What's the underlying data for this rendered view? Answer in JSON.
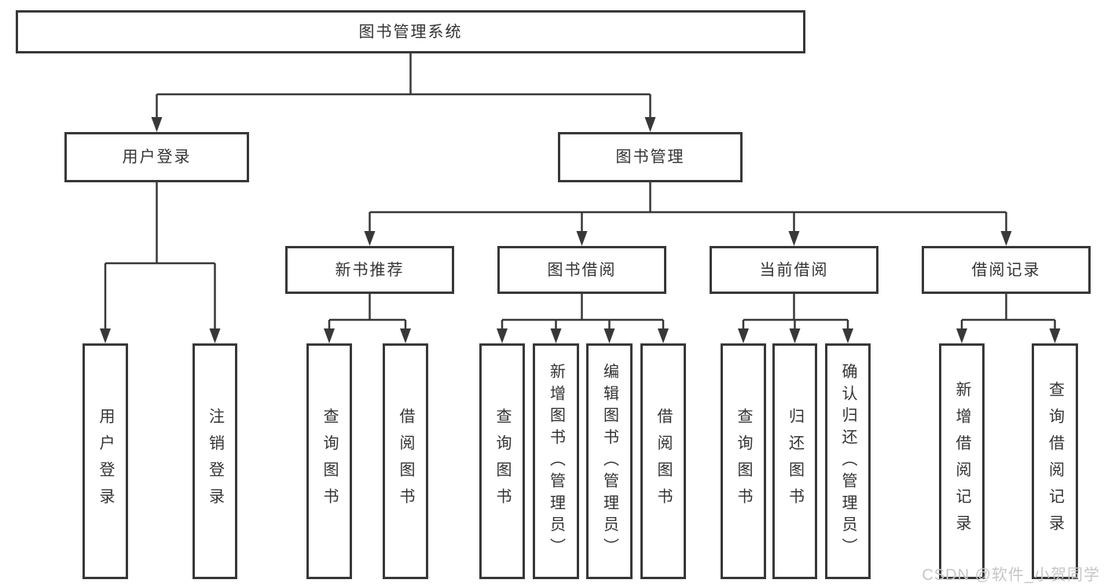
{
  "diagram": {
    "title": "图书管理系统",
    "colors": {
      "line": "#383838",
      "text": "#333333",
      "background": "#ffffff",
      "watermark": "#c6c6c6"
    },
    "nodes": [
      {
        "id": "root",
        "label": "图书管理系统"
      },
      {
        "id": "user-login",
        "label": "用户登录"
      },
      {
        "id": "book-mgmt",
        "label": "图书管理"
      },
      {
        "id": "new-book-rec",
        "label": "新书推荐"
      },
      {
        "id": "book-borrow",
        "label": "图书借阅"
      },
      {
        "id": "current-borrow",
        "label": "当前借阅"
      },
      {
        "id": "borrow-records",
        "label": "借阅记录"
      },
      {
        "id": "leaf-user-login",
        "label": "用户登录"
      },
      {
        "id": "leaf-logout",
        "label": "注销登录"
      },
      {
        "id": "leaf-query-book-1",
        "label": "查询图书"
      },
      {
        "id": "leaf-borrow-book-1",
        "label": "借阅图书"
      },
      {
        "id": "leaf-query-book-2",
        "label": "查询图书"
      },
      {
        "id": "leaf-add-book",
        "label": "新增图书（管理员）"
      },
      {
        "id": "leaf-edit-book",
        "label": "编辑图书（管理员）"
      },
      {
        "id": "leaf-borrow-book-2",
        "label": "借阅图书"
      },
      {
        "id": "leaf-query-book-3",
        "label": "查询图书"
      },
      {
        "id": "leaf-return-book",
        "label": "归还图书"
      },
      {
        "id": "leaf-confirm-return",
        "label": "确认归还（管理员）"
      },
      {
        "id": "leaf-add-borrow-rec",
        "label": "新增借阅记录"
      },
      {
        "id": "leaf-query-borrow-rec",
        "label": "查询借阅记录"
      }
    ],
    "edges": {
      "root": [
        "user-login",
        "book-mgmt"
      ],
      "user-login": [
        "leaf-user-login",
        "leaf-logout"
      ],
      "book-mgmt": [
        "new-book-rec",
        "book-borrow",
        "current-borrow",
        "borrow-records"
      ],
      "new-book-rec": [
        "leaf-query-book-1",
        "leaf-borrow-book-1"
      ],
      "book-borrow": [
        "leaf-query-book-2",
        "leaf-add-book",
        "leaf-edit-book",
        "leaf-borrow-book-2"
      ],
      "current-borrow": [
        "leaf-query-book-3",
        "leaf-return-book",
        "leaf-confirm-return"
      ],
      "borrow-records": [
        "leaf-add-borrow-rec",
        "leaf-query-borrow-rec"
      ]
    }
  },
  "watermark": {
    "text": "CSDN @软件_小贺同学"
  }
}
